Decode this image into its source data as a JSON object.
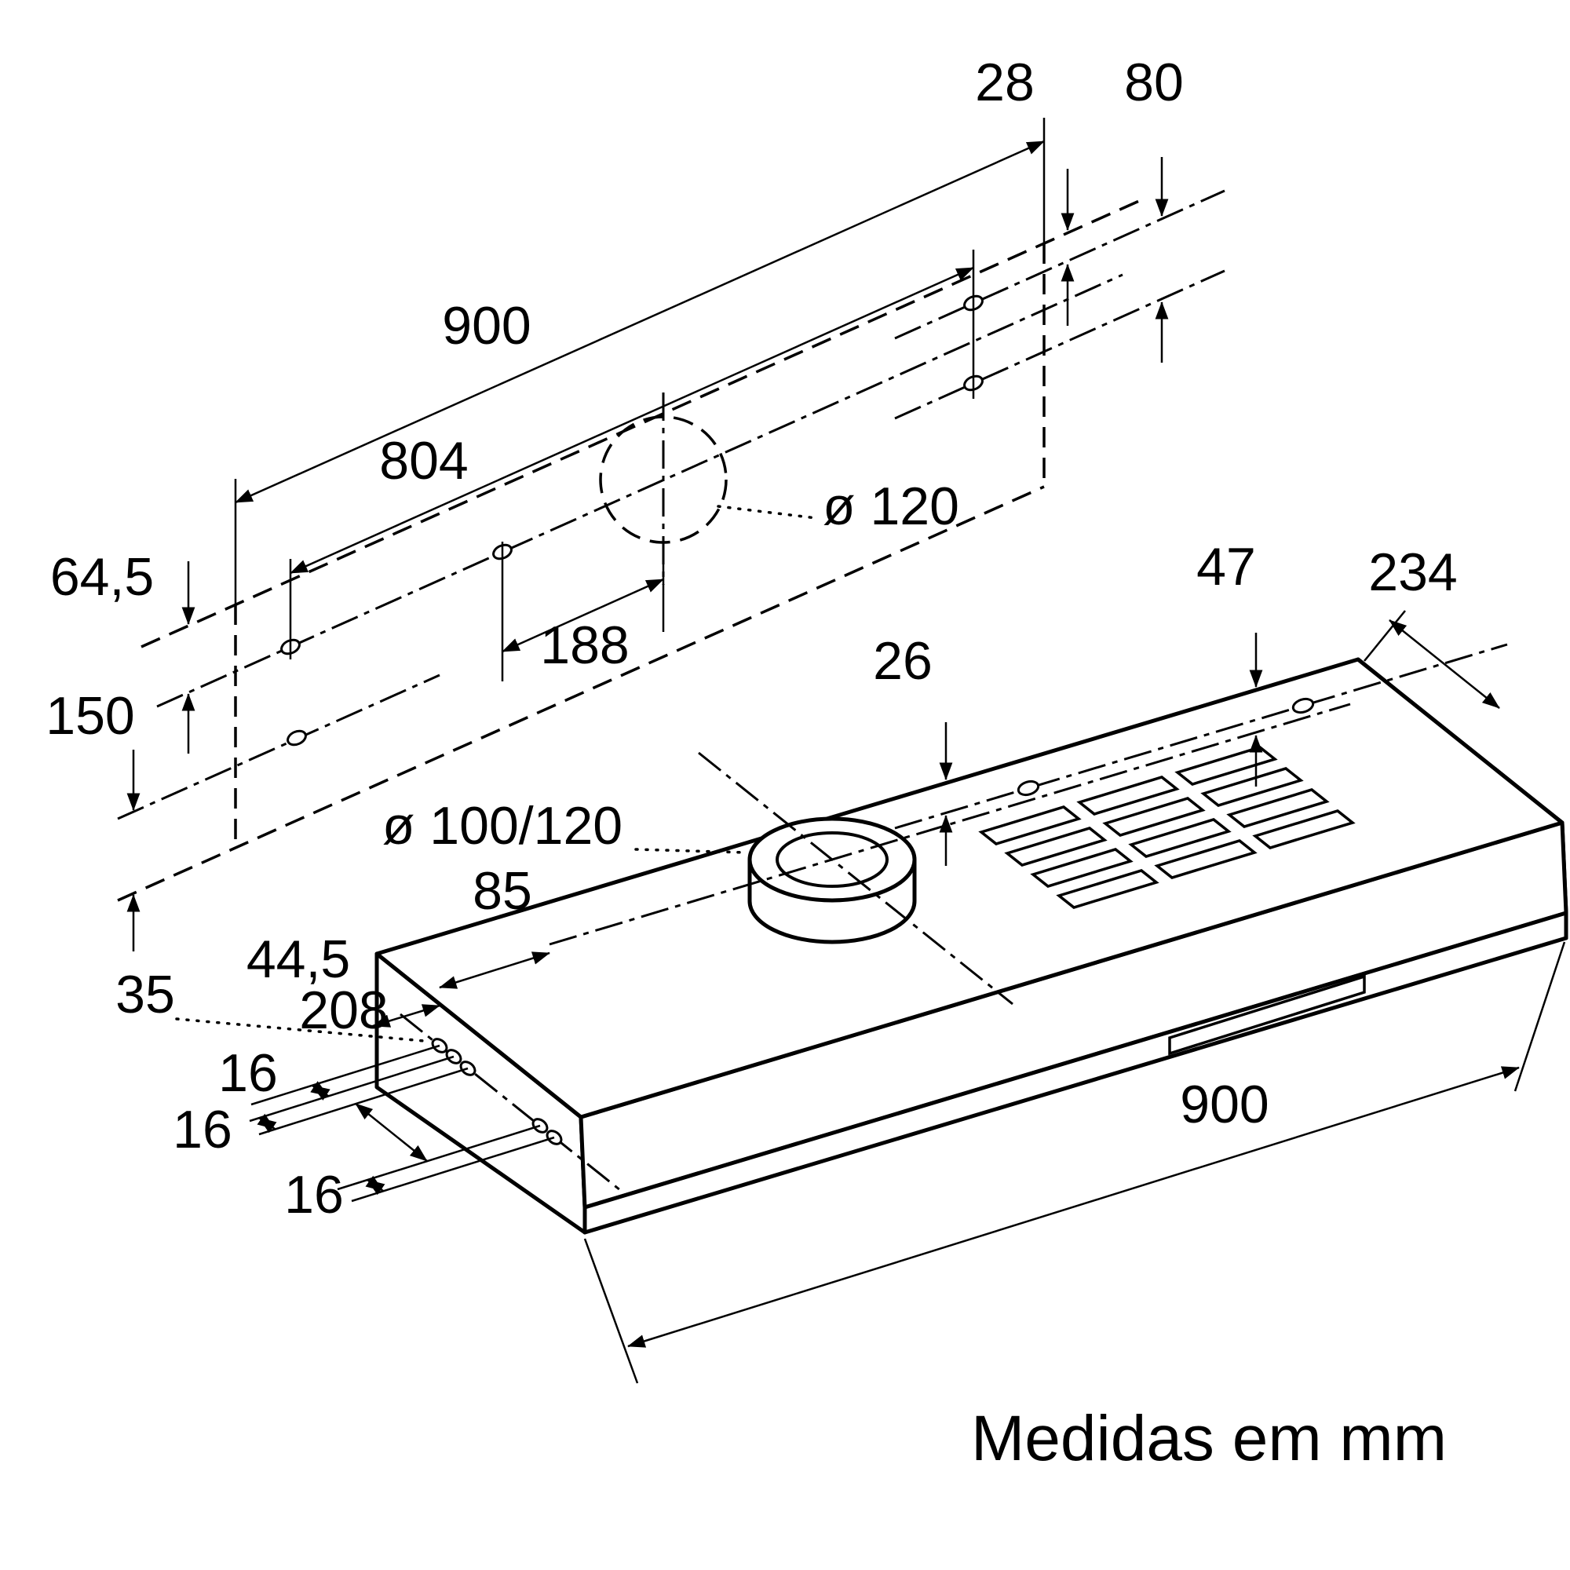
{
  "caption": "Medidas em mm",
  "template": {
    "width": "900",
    "hole_top_offset": "28",
    "hole_pair_spacing": "80",
    "hole_span": "804",
    "duct_diameter": "ø 120",
    "top_to_centerline": "64,5",
    "duct_to_hole": "188",
    "lower_height": "150"
  },
  "hood": {
    "rear_hole_inset": "26",
    "rear_edge_offset": "47",
    "depth_to_hole": "234",
    "duct_diameter": "ø 100/120",
    "edge_to_hole_far": "85",
    "edge_to_hole_near": "44,5",
    "slot_width": "35",
    "hole_group_span": "208",
    "hole_gap1": "16",
    "hole_gap2": "16",
    "hole_gap3": "16",
    "width": "900"
  }
}
